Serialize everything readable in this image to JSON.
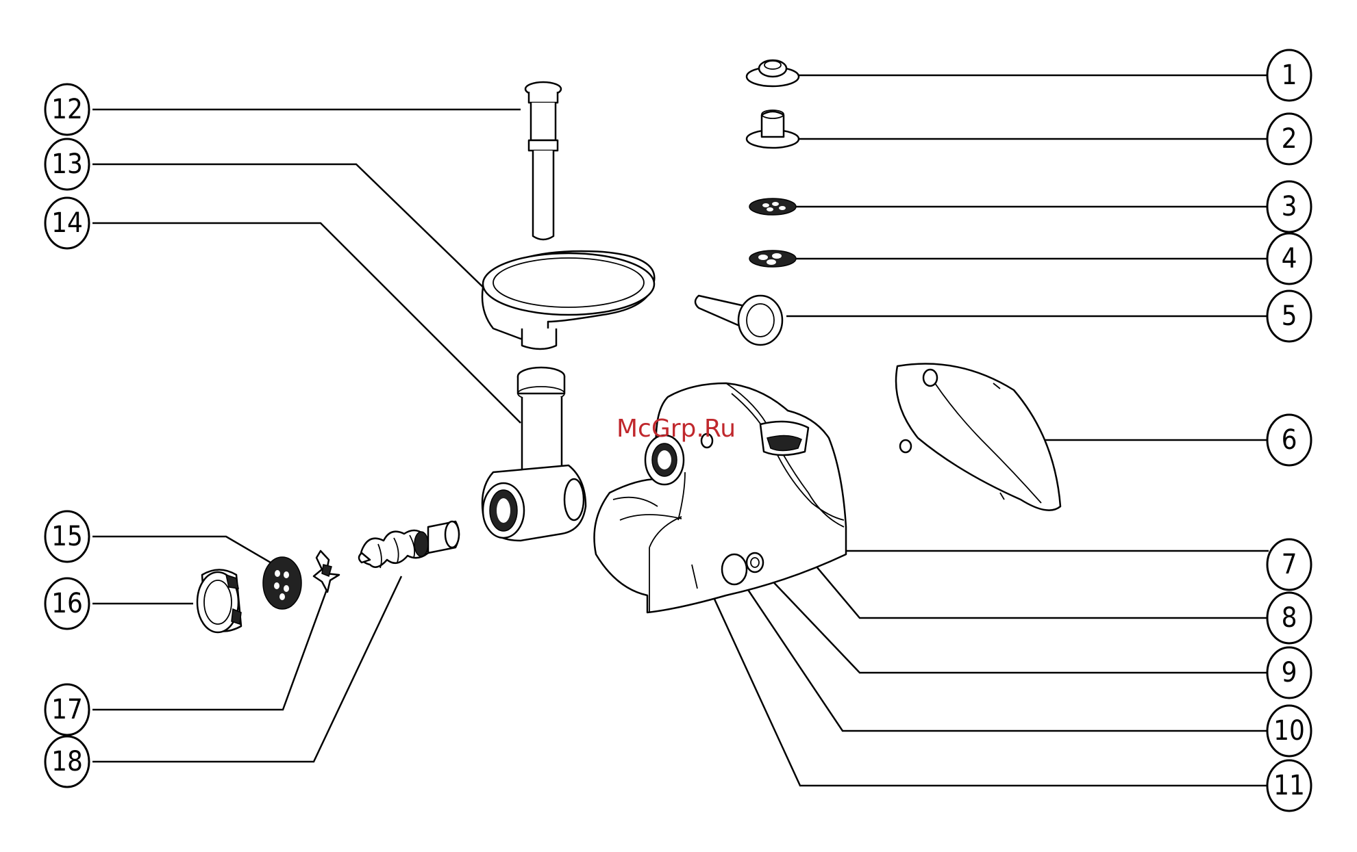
{
  "watermark": "McGrp.Ru",
  "callouts": [
    {
      "num": "1"
    },
    {
      "num": "2"
    },
    {
      "num": "3"
    },
    {
      "num": "4"
    },
    {
      "num": "5"
    },
    {
      "num": "6"
    },
    {
      "num": "7"
    },
    {
      "num": "8"
    },
    {
      "num": "9"
    },
    {
      "num": "10"
    },
    {
      "num": "11"
    },
    {
      "num": "12"
    },
    {
      "num": "13"
    },
    {
      "num": "14"
    },
    {
      "num": "15"
    },
    {
      "num": "16"
    },
    {
      "num": "17"
    },
    {
      "num": "18"
    }
  ],
  "colors": {
    "line": "#000000",
    "watermark": "#c0282d",
    "background": "#ffffff"
  }
}
